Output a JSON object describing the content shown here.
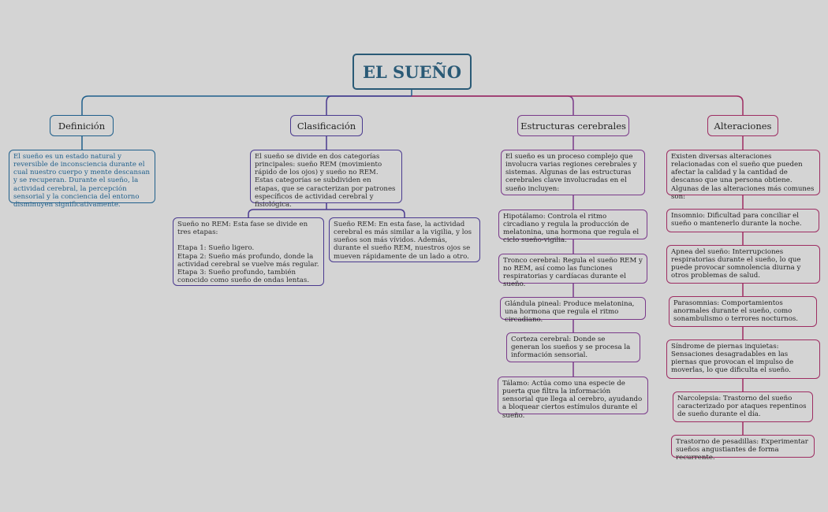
{
  "title": "EL SUEÑO",
  "branches": {
    "definicion": {
      "label": "Definición",
      "text": "El sueño es un estado natural y reversible de inconsciencia durante el cual nuestro cuerpo y mente descansan y se recuperan. Durante el sueño, la actividad cerebral, la percepción sensorial y la conciencia del entorno disminuyen significativamente."
    },
    "clasificacion": {
      "label": "Clasificación",
      "text": "El sueño se divide en dos categorías principales: sueño REM (movimiento rápido de los ojos) y sueño no REM. Estas categorías se subdividen en etapas, que se caracterizan por patrones específicos de actividad cerebral y fisiológica.",
      "no_rem": "Sueño no REM: Esta fase se divide en tres etapas:\n\nEtapa 1: Sueño ligero.\nEtapa 2: Sueño más profundo, donde la actividad cerebral se vuelve más regular.\nEtapa 3: Sueño profundo, también conocido como sueño de ondas lentas.",
      "rem": "Sueño REM: En esta fase, la actividad cerebral es más similar a la vigilia, y los sueños son más vívidos. Además, durante el sueño REM, nuestros ojos se mueven rápidamente de un lado a otro."
    },
    "estructuras": {
      "label": "Estructuras cerebrales",
      "text": "El sueño es un proceso complejo que involucra varias regiones cerebrales y sistemas. Algunas de las estructuras cerebrales clave involucradas en el sueño incluyen:",
      "items": [
        "Hipotálamo: Controla el ritmo circadiano y regula la producción de melatonina, una hormona que regula el ciclo sueño-vigilia.",
        "Tronco cerebral: Regula el sueño REM y no REM, así como las funciones respiratorias y cardíacas durante el sueño.",
        "Glándula pineal: Produce melatonina, una hormona que regula el ritmo circadiano.",
        "Corteza cerebral: Donde se generan los sueños y se procesa la información sensorial.",
        "Tálamo: Actúa como una especie de puerta que filtra la información sensorial que llega al cerebro, ayudando a bloquear ciertos estímulos durante el sueño."
      ]
    },
    "alteraciones": {
      "label": "Alteraciones",
      "text": "Existen diversas alteraciones relacionadas con el sueño que pueden afectar la calidad y la cantidad de descanso que una persona obtiene. Algunas de las alteraciones más comunes son:",
      "items": [
        "Insomnio: Dificultad para conciliar el sueño o mantenerlo durante la noche.",
        "Apnea del sueño: Interrupciones respiratorias durante el sueño, lo que puede provocar somnolencia diurna y otros problemas de salud.",
        "Parasomnias: Comportamientos anormales durante el sueño, como sonambulismo o terrores nocturnos.",
        "Síndrome de piernas inquietas: Sensaciones desagradables en las piernas que provocan el impulso de moverlas, lo que dificulta el sueño.",
        "Narcolepsia: Trastorno del sueño caracterizado por ataques repentinos de sueño durante el día.",
        "Trastorno de pesadillas: Experimentar sueños angustiantes de forma recurrente."
      ]
    }
  },
  "colors": {
    "definicion": "#1f5f8b",
    "clasificacion": "#4a3a8f",
    "estructuras": "#7a3a8a",
    "alteraciones": "#9e2d62"
  }
}
